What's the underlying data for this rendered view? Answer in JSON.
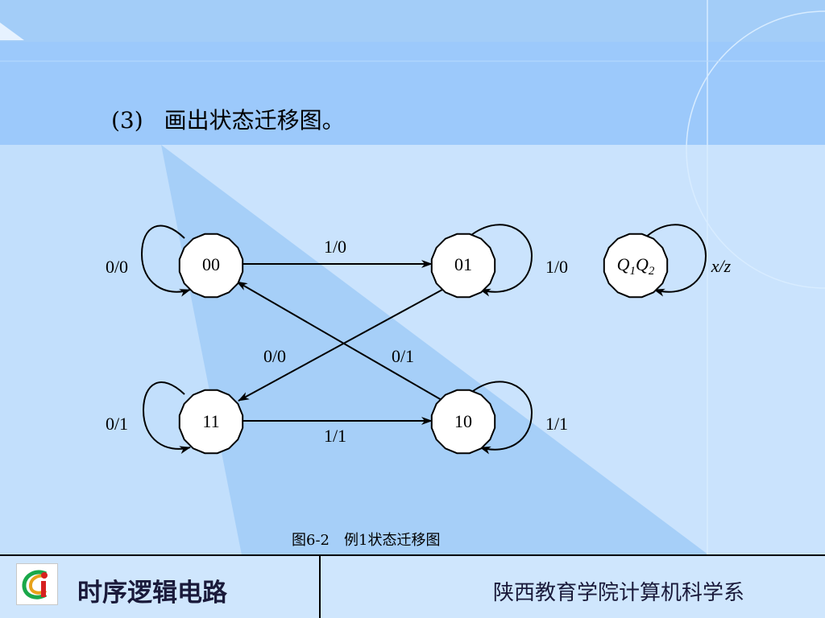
{
  "slide": {
    "heading_number": "(3)",
    "heading_text": "画出状态迁移图。",
    "caption": "图6-2　例1状态迁移图"
  },
  "diagram": {
    "states": [
      {
        "id": "s00",
        "label": "00"
      },
      {
        "id": "s01",
        "label": "01"
      },
      {
        "id": "s11",
        "label": "11"
      },
      {
        "id": "s10",
        "label": "10"
      }
    ],
    "transitions": [
      {
        "from": "00",
        "to": "00",
        "label": "0/0"
      },
      {
        "from": "00",
        "to": "01",
        "label": "1/0"
      },
      {
        "from": "01",
        "to": "01",
        "label": "1/0"
      },
      {
        "from": "01",
        "to": "11",
        "label": "0/0"
      },
      {
        "from": "10",
        "to": "00",
        "label": "0/1"
      },
      {
        "from": "11",
        "to": "11",
        "label": "0/1"
      },
      {
        "from": "11",
        "to": "10",
        "label": "1/1"
      },
      {
        "from": "10",
        "to": "10",
        "label": "1/1"
      }
    ],
    "legend": {
      "node_q1": "Q",
      "sub1": "1",
      "node_q2": "Q",
      "sub2": "2",
      "edge": "x/z"
    }
  },
  "footer": {
    "course_title": "时序逻辑电路",
    "department": "陕西教育学院计算机科学系",
    "logo_icon": "college-logo-icon"
  },
  "colors": {
    "band": "#9cc9fb",
    "background": "#bcdcfb",
    "footer": "#cfe6fd"
  }
}
